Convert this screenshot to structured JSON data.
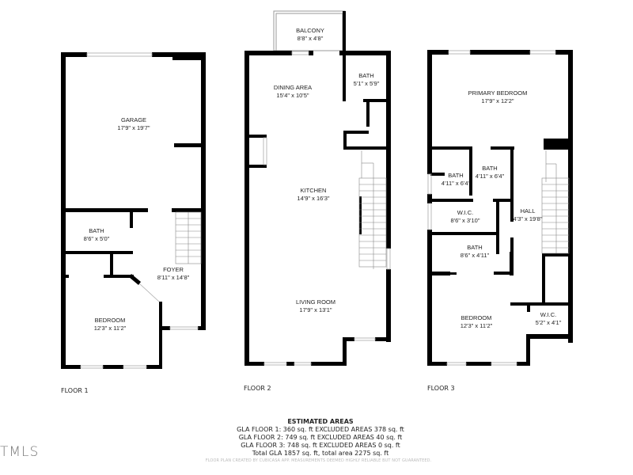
{
  "floors": [
    {
      "label": "FLOOR 1",
      "rooms": [
        {
          "name": "GARAGE",
          "dims": "17'9\" x 19'7\""
        },
        {
          "name": "BATH",
          "dims": "8'6\" x 5'0\""
        },
        {
          "name": "FOYER",
          "dims": "8'11\" x 14'8\""
        },
        {
          "name": "BEDROOM",
          "dims": "12'3\" x 11'2\""
        }
      ]
    },
    {
      "label": "FLOOR 2",
      "rooms": [
        {
          "name": "BALCONY",
          "dims": "8'8\" x 4'8\""
        },
        {
          "name": "BATH",
          "dims": "5'1\" x 5'9\""
        },
        {
          "name": "DINING AREA",
          "dims": "15'4\" x 10'5\""
        },
        {
          "name": "KITCHEN",
          "dims": "14'9\" x 16'3\""
        },
        {
          "name": "LIVING ROOM",
          "dims": "17'9\" x 13'1\""
        }
      ]
    },
    {
      "label": "FLOOR 3",
      "rooms": [
        {
          "name": "PRIMARY BEDROOM",
          "dims": "17'9\" x 12'2\""
        },
        {
          "name": "BATH",
          "dims": "4'11\" x 6'4\""
        },
        {
          "name": "BATH",
          "dims": "4'11\" x 6'4\""
        },
        {
          "name": "W.I.C.",
          "dims": "8'6\" x 3'10\""
        },
        {
          "name": "HALL",
          "dims": "4'3\" x 19'8\""
        },
        {
          "name": "BATH",
          "dims": "8'6\" x 4'11\""
        },
        {
          "name": "BEDROOM",
          "dims": "12'3\" x 11'2\""
        },
        {
          "name": "W.I.C.",
          "dims": "5'2\" x 4'1\""
        }
      ]
    }
  ],
  "estimated_areas": {
    "title": "ESTIMATED AREAS",
    "lines": [
      "GLA FLOOR 1: 360 sq. ft EXCLUDED AREAS 378 sq. ft",
      "GLA FLOOR 2: 749 sq. ft EXCLUDED AREAS 40 sq. ft",
      "GLA FLOOR 3: 748 sq. ft EXCLUDED AREAS 0 sq. ft",
      "Total GLA 1857 sq. ft, total area 2275 sq. ft"
    ]
  },
  "disclaimer": "FLOOR PLAN CREATED BY CUBICASA APP. MEASUREMENTS DEEMED HIGHLY RELIABLE BUT NOT GUARANTEED.",
  "watermark": "TMLS",
  "colors": {
    "wall": "#000000",
    "window": "#9a9a9a",
    "background": "#ffffff"
  }
}
